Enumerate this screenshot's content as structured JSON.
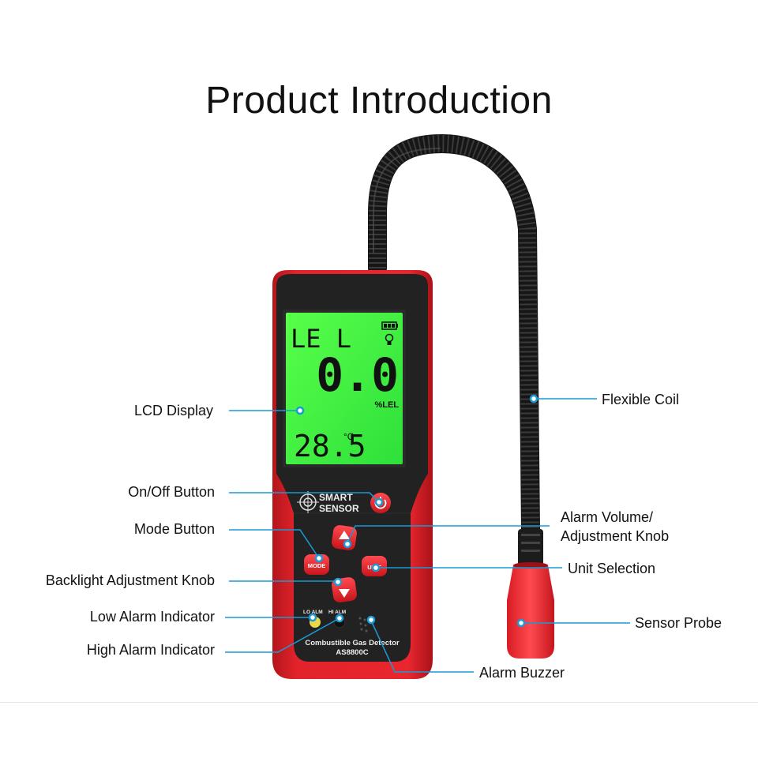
{
  "title": "Product Introduction",
  "device": {
    "brand_line1": "SMART",
    "brand_line2": "SENSOR",
    "model_line1": "Combustible Gas Detector",
    "model_line2": "AS8800C",
    "lcd_mode": "LE L",
    "lcd_value": "0.0",
    "lcd_unit": "%LEL",
    "lcd_temp": "28.5",
    "lcd_temp_unit": "°C",
    "lo_alm": "LO ALM",
    "hi_alm": "HI ALM",
    "mode_key": "MODE",
    "unit_key": "UNIT"
  },
  "labels": {
    "lcd_display": "LCD Display",
    "on_off_button": "On/Off Button",
    "mode_button": "Mode Button",
    "backlight_knob": "Backlight Adjustment Knob",
    "low_alarm": "Low Alarm Indicator",
    "high_alarm": "High Alarm Indicator",
    "flexible_coil": "Flexible Coil",
    "alarm_volume_1": "Alarm Volume/",
    "alarm_volume_2": "Adjustment Knob",
    "unit_selection": "Unit Selection",
    "sensor_probe": "Sensor Probe",
    "alarm_buzzer": "Alarm Buzzer"
  },
  "colors": {
    "body_red": "#e2232b",
    "body_black": "#1e1e1e",
    "lcd_green": "#3cf03c",
    "callout_blue": "#1a9ad6"
  }
}
